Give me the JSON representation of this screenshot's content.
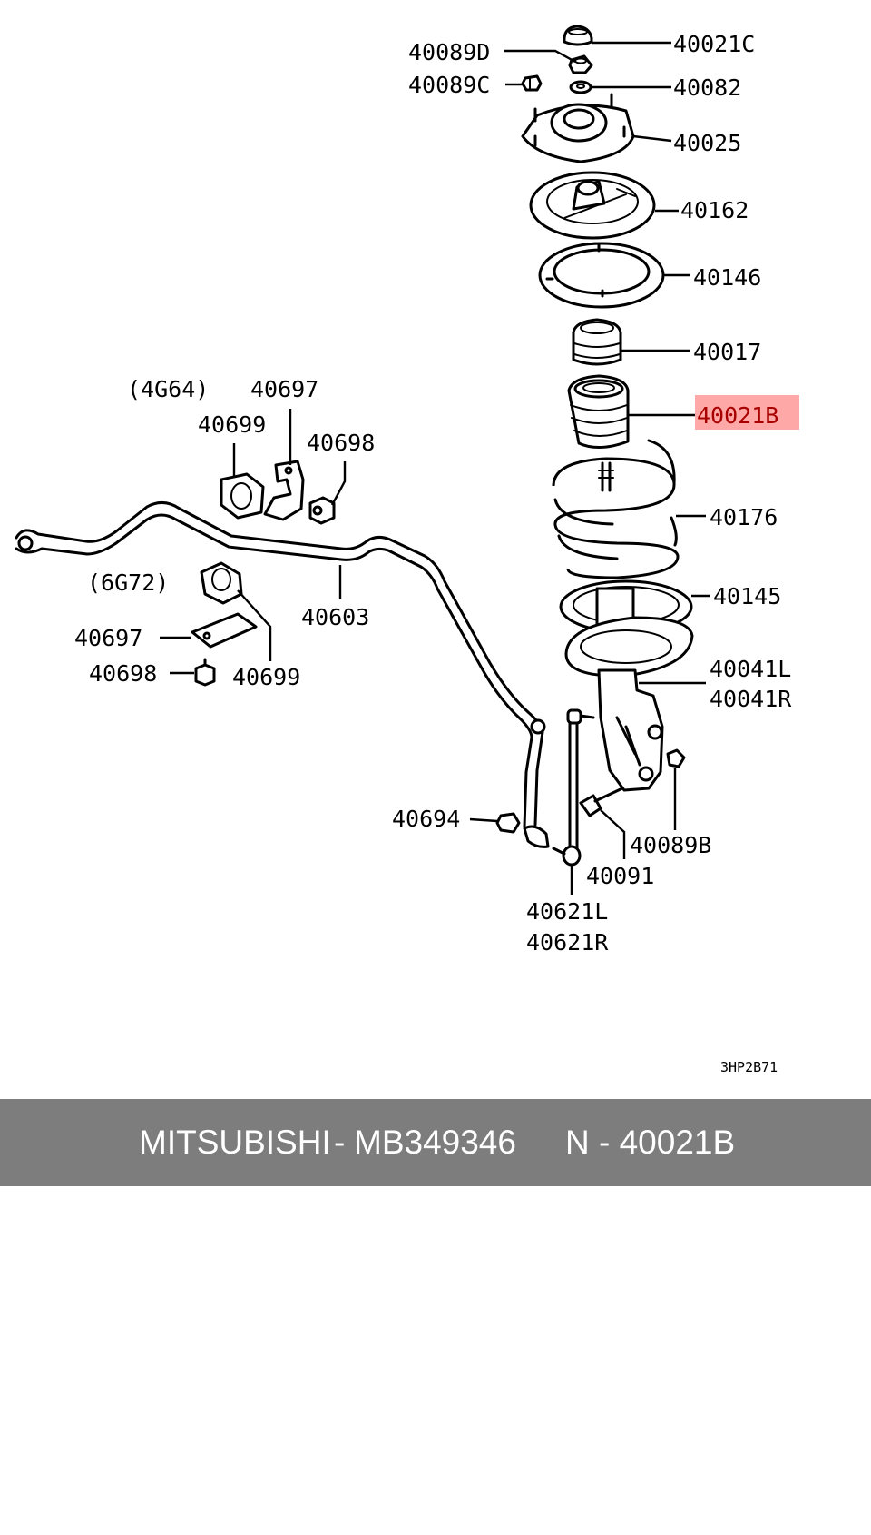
{
  "diagram": {
    "code": "3HP2B71",
    "engine_notes": [
      "(4G64)",
      "(6G72)"
    ],
    "callouts": [
      {
        "id": "c1",
        "text": "40021C"
      },
      {
        "id": "c2",
        "text": "40089D"
      },
      {
        "id": "c3",
        "text": "40089C"
      },
      {
        "id": "c4",
        "text": "40082"
      },
      {
        "id": "c5",
        "text": "40025"
      },
      {
        "id": "c6",
        "text": "40162"
      },
      {
        "id": "c7",
        "text": "40146"
      },
      {
        "id": "c8",
        "text": "40017"
      },
      {
        "id": "c9",
        "text": "40021B",
        "highlighted": true
      },
      {
        "id": "c10",
        "text": "40176"
      },
      {
        "id": "c11",
        "text": "40145"
      },
      {
        "id": "c12",
        "text": "40041L"
      },
      {
        "id": "c13",
        "text": "40041R"
      },
      {
        "id": "c14",
        "text": "40697"
      },
      {
        "id": "c15",
        "text": "40699"
      },
      {
        "id": "c16",
        "text": "40698"
      },
      {
        "id": "c17",
        "text": "40603"
      },
      {
        "id": "c18",
        "text": "40697"
      },
      {
        "id": "c19",
        "text": "40698"
      },
      {
        "id": "c20",
        "text": "40699"
      },
      {
        "id": "c21",
        "text": "40694"
      },
      {
        "id": "c22",
        "text": "40089B"
      },
      {
        "id": "c23",
        "text": "40091"
      },
      {
        "id": "c24",
        "text": "40621L"
      },
      {
        "id": "c25",
        "text": "40621R"
      }
    ],
    "highlight_color": "#ffa8a8",
    "highlight_text_color": "#a80000"
  },
  "footer": {
    "brand": "MITSUBISHI",
    "separator": "-",
    "part_number": "MB349346",
    "position_label": "N - 40021B",
    "background": "#7d7d7d"
  }
}
